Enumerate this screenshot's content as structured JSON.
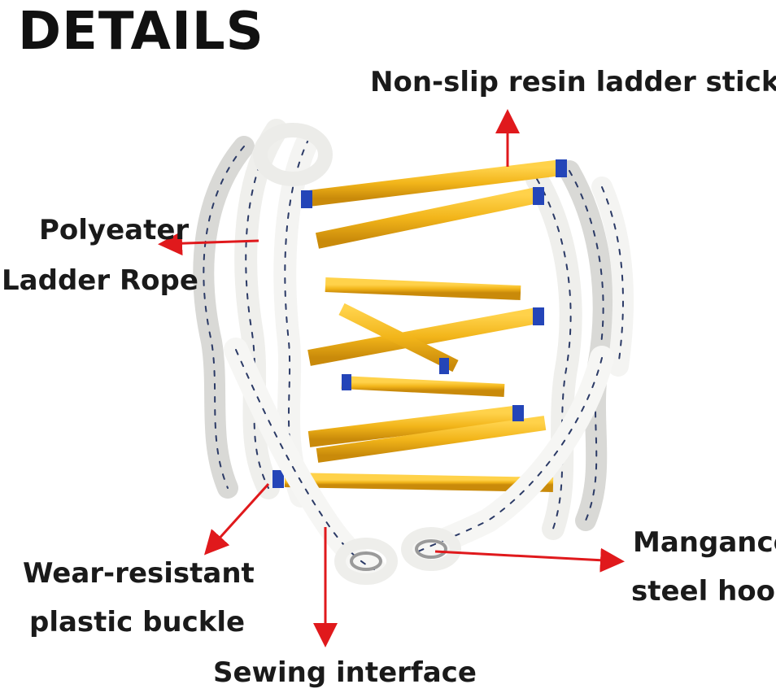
{
  "title": "DETAILS",
  "labels": {
    "stick": "Non-slip resin ladder stick",
    "rope_line1": "Polyeater",
    "rope_line2": "Ladder Rope",
    "buckle_line1": "Wear-resistant",
    "buckle_line2": "plastic buckle",
    "hook_line1": "Mangance",
    "hook_line2": "steel hook",
    "sewing": "Sewing interface"
  },
  "colors": {
    "arrow": "#e0191c",
    "rung": "#f2b51a",
    "rung_cap": "#2445b8",
    "rope": "#f4f4f2",
    "rope_stripe": "#2b3a66"
  }
}
